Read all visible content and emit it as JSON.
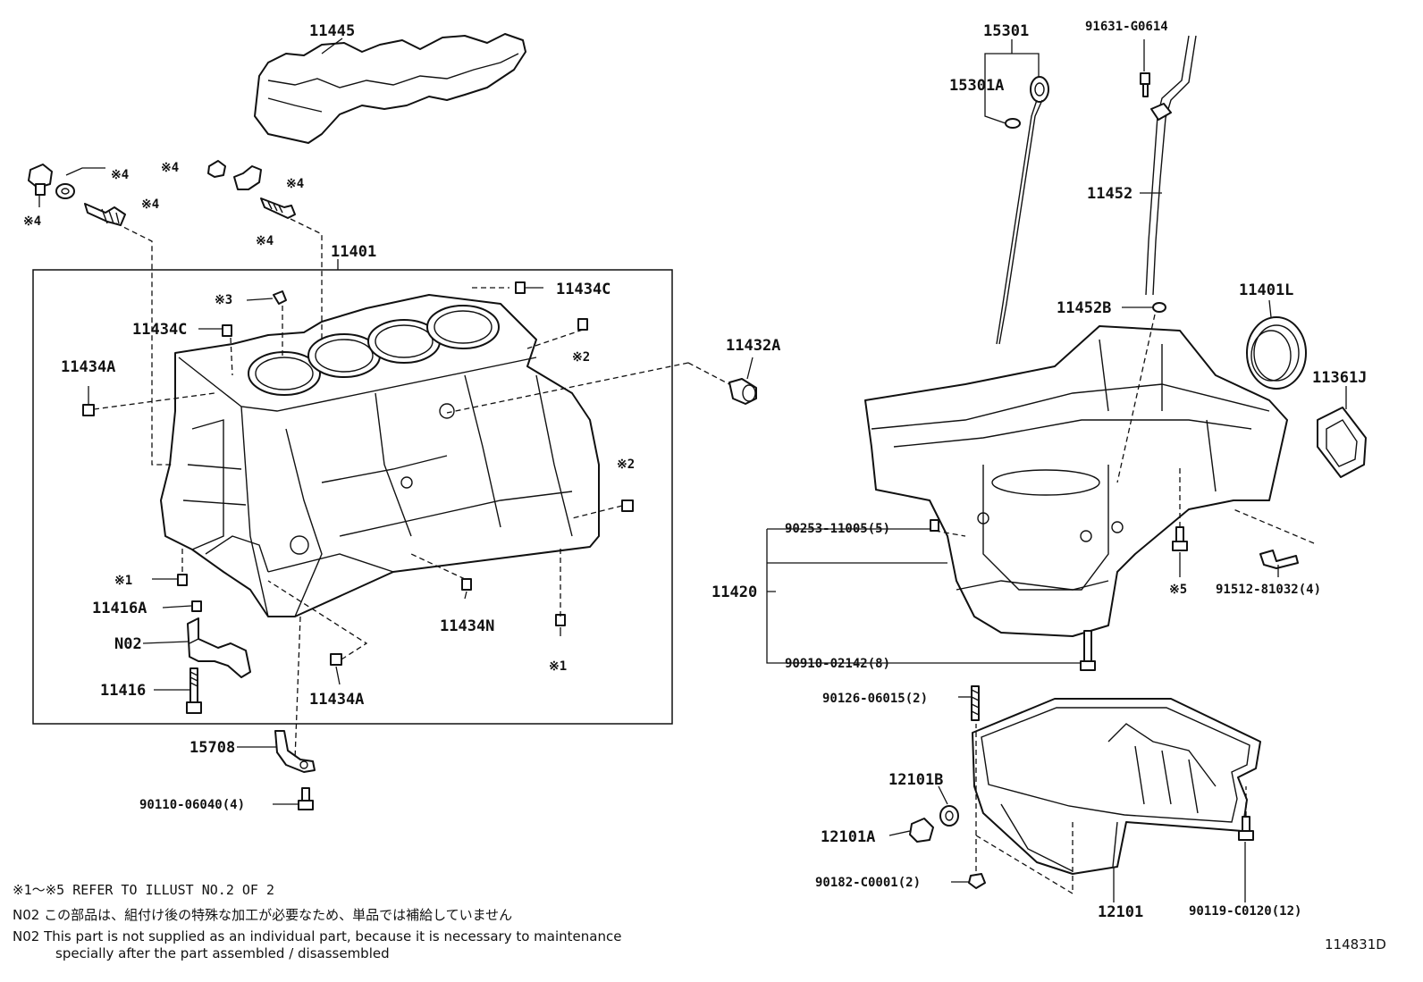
{
  "labels": {
    "cover": "11445",
    "block": "11401",
    "pin_c_top": "11434C",
    "pin_c_left": "11434C",
    "pin_a_left": "11434A",
    "pin_a_bottom": "11434A",
    "pin_n": "11434N",
    "cap_n02": "N02",
    "bolt_11416": "11416",
    "pin_11416a": "11416A",
    "plug_11432a": "11432A",
    "dipstick": "15301",
    "dipstick_a": "15301A",
    "bolt_91631": "91631-G0614",
    "guide": "11452",
    "guide_oring": "11452B",
    "seal": "11401L",
    "plate": "11361J",
    "pan_upper": "11420",
    "bolt_90253": "90253-11005(5)",
    "bolt_90910": "90910-02142(8)",
    "bolt_91512": "91512-81032(4)",
    "stud_90126": "90126-06015(2)",
    "gasket_12101b": "12101B",
    "plug_12101a": "12101A",
    "nut_90182": "90182-C0001(2)",
    "pan_lower": "12101",
    "bolt_90119": "90119-C0120(12)",
    "pipe_15708": "15708",
    "bolt_90110": "90110-06040(4)",
    "ref1": "※1",
    "ref1b": "※1",
    "ref2a": "※2",
    "ref2b": "※2",
    "ref3": "※3",
    "ref4a": "※4",
    "ref4b": "※4",
    "ref4c": "※4",
    "ref4d": "※4",
    "ref4e": "※4",
    "ref4f": "※4",
    "ref5": "※5"
  },
  "notes": {
    "line1": "※1～※5 REFER TO ILLUST NO.2 OF 2",
    "line2": "N02 この部品は、組付け後の特殊な加工が必要なため、単品では補給していません",
    "line3a": "N02 This part is not supplied as an individual part, because it is necessary to maintenance",
    "line3b": "specially after the part assembled / disassembled"
  },
  "illustration_id": "114831D"
}
